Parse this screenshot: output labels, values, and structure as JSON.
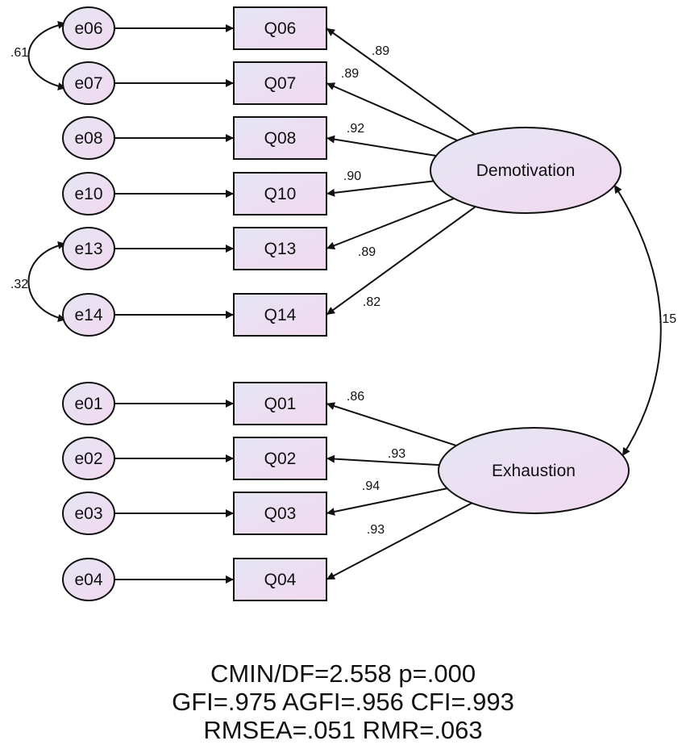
{
  "diagram": {
    "latents": [
      {
        "id": "demotivation",
        "label": "Demotivation"
      },
      {
        "id": "exhaustion",
        "label": "Exhaustion"
      }
    ],
    "observed": [
      {
        "label": "Q06",
        "error": "e06",
        "latent": "demotivation",
        "loading": ".89"
      },
      {
        "label": "Q07",
        "error": "e07",
        "latent": "demotivation",
        "loading": ".89"
      },
      {
        "label": "Q08",
        "error": "e08",
        "latent": "demotivation",
        "loading": ".92"
      },
      {
        "label": "Q10",
        "error": "e10",
        "latent": "demotivation",
        "loading": ".90"
      },
      {
        "label": "Q13",
        "error": "e13",
        "latent": "demotivation",
        "loading": ".89"
      },
      {
        "label": "Q14",
        "error": "e14",
        "latent": "demotivation",
        "loading": ".82"
      },
      {
        "label": "Q01",
        "error": "e01",
        "latent": "exhaustion",
        "loading": ".86"
      },
      {
        "label": "Q02",
        "error": "e02",
        "latent": "exhaustion",
        "loading": ".93"
      },
      {
        "label": "Q03",
        "error": "e03",
        "latent": "exhaustion",
        "loading": ".94"
      },
      {
        "label": "Q04",
        "error": "e04",
        "latent": "exhaustion",
        "loading": ".93"
      }
    ],
    "error_covariances": [
      {
        "from": "e06",
        "to": "e07",
        "value": ".61"
      },
      {
        "from": "e13",
        "to": "e14",
        "value": ".32"
      }
    ],
    "latent_correlation": {
      "from": "demotivation",
      "to": "exhaustion",
      "value": ".15"
    }
  },
  "fit_indices": {
    "line1": "CMIN/DF=2.558 p=.000",
    "line2": "GFI=.975 AGFI=.956 CFI=.993",
    "line3": "RMSEA=.051 RMR=.063"
  },
  "colors": {
    "node_fill_start": "#e4e6f2",
    "node_fill_end": "#f2d8f0",
    "stroke": "#111111"
  }
}
